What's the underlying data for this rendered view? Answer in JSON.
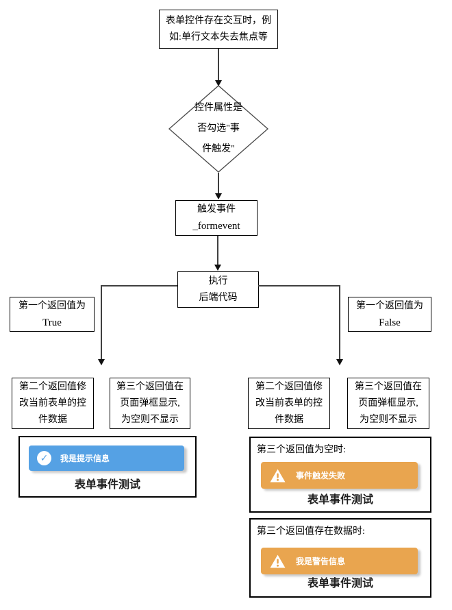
{
  "colors": {
    "info": "#55a1e4",
    "warning": "#e9a54f",
    "line": "#3f3f3f"
  },
  "nodes": {
    "interaction": {
      "line1": "表单控件存在交互时，例",
      "line2": "如:单行文本失去焦点等"
    },
    "decision": {
      "line1": "控件属性是",
      "line2": "否勾选\"事",
      "line3": "件触发\""
    },
    "trigger_event": {
      "line1": "触发事件",
      "line2": "_formevent"
    },
    "execute": {
      "line1": "执行",
      "line2": "后端代码"
    },
    "return_true": {
      "line1": "第一个返回值为",
      "line2": "True"
    },
    "return_false": {
      "line1": "第一个返回值为",
      "line2": "False"
    },
    "second_return_left": {
      "line1": "第二个返回值修",
      "line2": "改当前表单的控",
      "line3": "件数据"
    },
    "third_return_left": {
      "line1": "第三个返回值在",
      "line2": "页面弹框显示,",
      "line3": "为空则不显示"
    },
    "second_return_right": {
      "line1": "第二个返回值修",
      "line2": "改当前表单的控",
      "line3": "件数据"
    },
    "third_return_right": {
      "line1": "第三个返回值在",
      "line2": "页面弹框显示,",
      "line3": "为空则不显示"
    }
  },
  "previews": {
    "success": {
      "toast": "我是提示信息",
      "form_title": "表单事件测试"
    },
    "empty": {
      "header": "第三个返回值为空时:",
      "toast": "事件触发失败",
      "form_title": "表单事件测试"
    },
    "warning": {
      "header": "第三个返回值存在数据时:",
      "toast": "我是警告信息",
      "form_title": "表单事件测试"
    }
  }
}
